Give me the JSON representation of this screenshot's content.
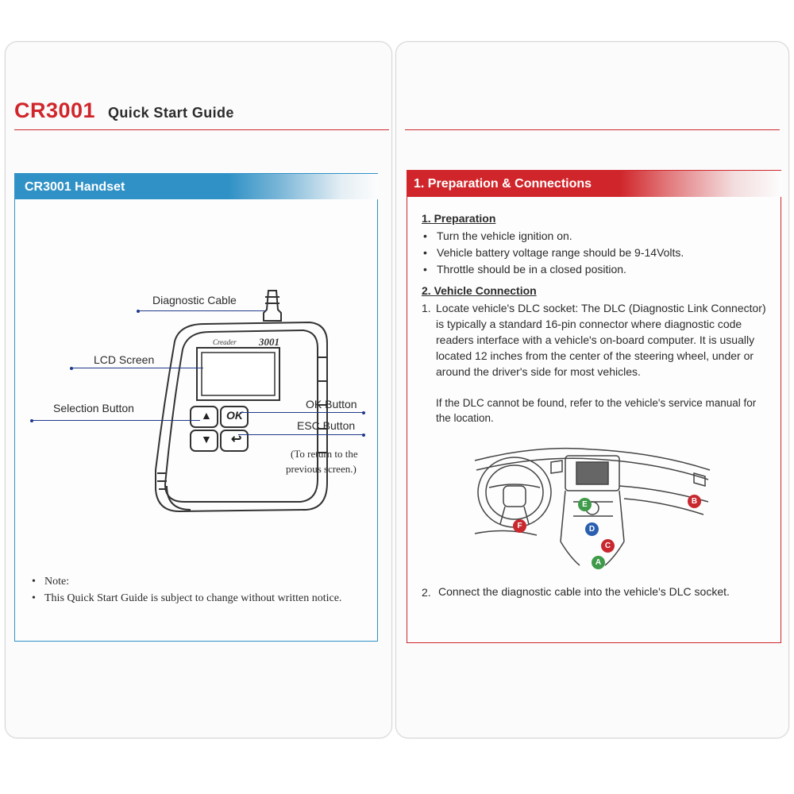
{
  "header": {
    "brand": "CR3001",
    "title": "Quick Start Guide"
  },
  "left_panel": {
    "title": "CR3001 Handset",
    "device_brand": "Creader",
    "device_model": "3001",
    "callouts": {
      "diagnostic_cable": "Diagnostic Cable",
      "lcd_screen": "LCD Screen",
      "selection_button": "Selection Button",
      "ok_button": "OK Button",
      "esc_button": "ESC Button",
      "esc_note_line1": "(To return to the",
      "esc_note_line2": "previous screen.)"
    },
    "keys": {
      "ok": "OK",
      "up": "▲",
      "down": "▼",
      "back": "↩"
    },
    "notes": [
      "Note:",
      "This Quick Start Guide is subject to change without written notice."
    ]
  },
  "right_panel": {
    "title": "1. Preparation & Connections",
    "preparation": {
      "heading": "1. Preparation",
      "items": [
        "Turn the vehicle ignition on.",
        "Vehicle battery voltage range should be 9-14Volts.",
        "Throttle should be in a closed position."
      ]
    },
    "vehicle_connection": {
      "heading": "2. Vehicle Connection",
      "step1_num": "1.",
      "step1_text": "Locate vehicle's DLC socket: The DLC (Diagnostic Link Connector) is typically a standard 16-pin connector where diagnostic code readers interface with a vehicle's on-board computer. It is usually located 12 inches from the center of the steering wheel, under or around the driver's side for most vehicles.",
      "step1_note": "If the DLC cannot be found, refer to the vehicle's service manual for the location.",
      "step2_num": "2.",
      "step2_text": "Connect the diagnostic cable into the vehicle's DLC socket."
    },
    "dlc_markers": [
      "A",
      "B",
      "C",
      "D",
      "E",
      "F"
    ],
    "marker_colors": {
      "A": "#3f9a49",
      "B": "#c9282f",
      "C": "#c9282f",
      "D": "#2a5fb0",
      "E": "#3f9a49",
      "F": "#c9282f"
    }
  },
  "colors": {
    "brand_red": "#d0262b",
    "accent_blue": "#2f91c6",
    "callout_line": "#1f3a8a"
  }
}
